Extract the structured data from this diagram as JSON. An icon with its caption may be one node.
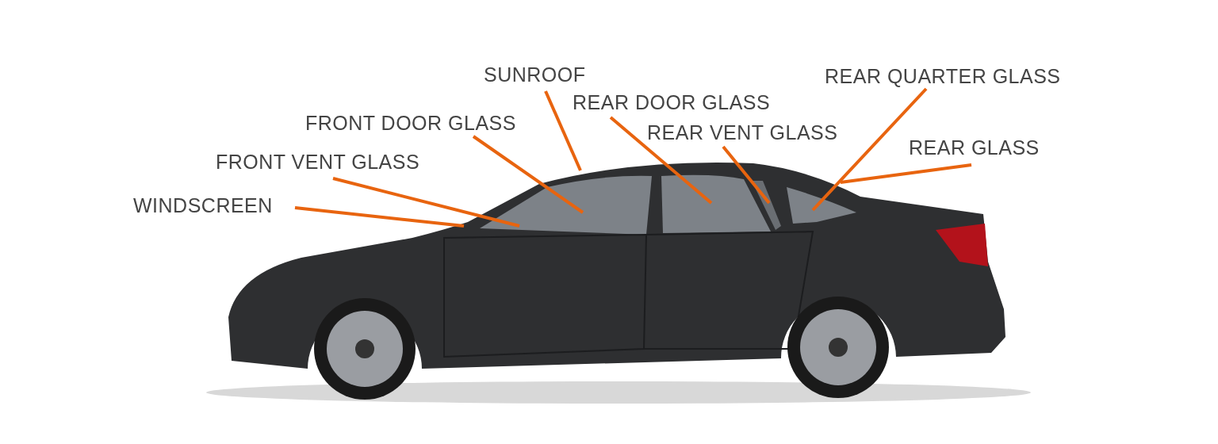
{
  "diagram": {
    "nodes": [
      {
        "text": [
          "SUNROOF"
        ]
      },
      {
        "text": [
          "REAR QUARTER GLASS"
        ]
      },
      {
        "text": [
          "REAR DOOR GLASS"
        ]
      },
      {
        "text": [
          "FRONT DOOR GLASS"
        ]
      },
      {
        "text": [
          "REAR VENT GLASS"
        ]
      },
      {
        "text": [
          "REAR GLASS"
        ]
      },
      {
        "text": [
          "FRONT VENT GLASS"
        ]
      },
      {
        "text": [
          "WINDSCREEN"
        ]
      }
    ],
    "edges": [
      {
        "from": 0,
        "to": null,
        "arrow": "none"
      },
      {
        "from": 1,
        "to": null,
        "arrow": "none"
      },
      {
        "from": 2,
        "to": null,
        "arrow": "none"
      },
      {
        "from": 3,
        "to": null,
        "arrow": "none"
      },
      {
        "from": 4,
        "to": null,
        "arrow": "none"
      },
      {
        "from": 5,
        "to": null,
        "arrow": "none"
      },
      {
        "from": 6,
        "to": null,
        "arrow": "none"
      },
      {
        "from": 7,
        "to": null,
        "arrow": "none"
      }
    ]
  }
}
